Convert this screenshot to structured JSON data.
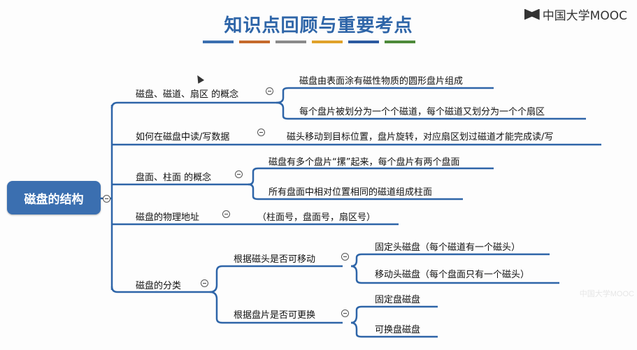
{
  "header": {
    "title": "知识点回顾与重要考点",
    "stripe_colors": [
      "#3b6fb0",
      "#c56a2c",
      "#8a8a8a",
      "#e0a22a",
      "#2c5aa0",
      "#4e8a3a"
    ],
    "brand": "中国大学MOOC"
  },
  "mindmap": {
    "root": "磁盘的结构",
    "branches": [
      {
        "label": "磁盘、磁道、扇区 的概念",
        "children": [
          "磁盘由表面涂有磁性物质的圆形盘片组成",
          "每个盘片被划分为一个个磁道，每个磁道又划分为一个个扇区"
        ]
      },
      {
        "label": "如何在磁盘中读/写数据",
        "children": [
          "磁头移动到目标位置，盘片旋转，对应扇区划过磁道才能完成读/写"
        ]
      },
      {
        "label": "盘面、柱面 的概念",
        "children": [
          "磁盘有多个盘片“摞”起来，每个盘片有两个盘面",
          "所有盘面中相对位置相同的磁道组成柱面"
        ]
      },
      {
        "label": "磁盘的物理地址",
        "children": [
          "（柱面号，盘面号，扇区号）"
        ]
      },
      {
        "label": "磁盘的分类",
        "groups": [
          {
            "label": "根据磁头是否可移动",
            "children": [
              "固定头磁盘（每个磁道有一个磁头）",
              "移动头磁盘（每个盘面只有一个磁头）"
            ]
          },
          {
            "label": "根据盘片是否可更换",
            "children": [
              "固定盘磁盘",
              "可换盘磁盘"
            ]
          }
        ]
      }
    ],
    "line_color": "#2e65a8"
  },
  "watermark": "中国大学MOOC"
}
